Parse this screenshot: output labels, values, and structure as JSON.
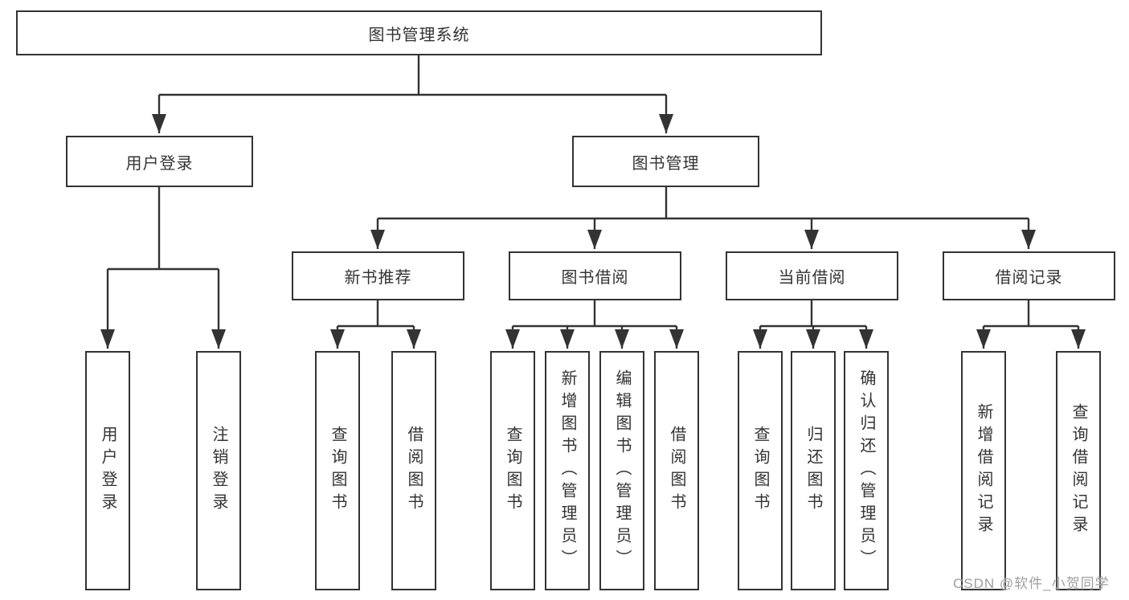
{
  "tree": {
    "root": {
      "label": "图书管理系统"
    },
    "branches": [
      {
        "label": "用户登录",
        "children": [
          {
            "label": "用户登录"
          },
          {
            "label": "注销登录"
          }
        ]
      },
      {
        "label": "图书管理",
        "children": [
          {
            "label": "新书推荐",
            "children": [
              {
                "label": "查询图书"
              },
              {
                "label": "借阅图书"
              }
            ]
          },
          {
            "label": "图书借阅",
            "children": [
              {
                "label": "查询图书"
              },
              {
                "label": "新增图书（管理员）"
              },
              {
                "label": "编辑图书（管理员）"
              },
              {
                "label": "借阅图书"
              }
            ]
          },
          {
            "label": "当前借阅",
            "children": [
              {
                "label": "查询图书"
              },
              {
                "label": "归还图书"
              },
              {
                "label": "确认归还（管理员）"
              }
            ]
          },
          {
            "label": "借阅记录",
            "children": [
              {
                "label": "新增借阅记录"
              },
              {
                "label": "查询借阅记录"
              }
            ]
          }
        ]
      }
    ]
  },
  "watermark": {
    "text": "CSDN @软件_小贺同学"
  },
  "colors": {
    "line": "#333333",
    "box_border": "#333333",
    "text": "#333333",
    "watermark": "#9e9e9e",
    "background": "#ffffff"
  }
}
